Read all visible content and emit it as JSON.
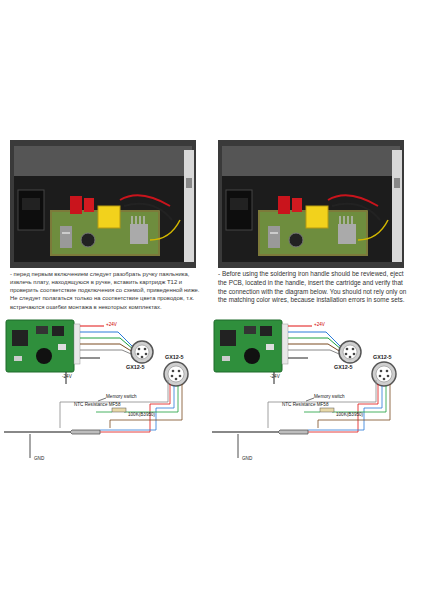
{
  "diagram": {
    "labels": [
      "- перед первым включением следует разобрать ручку паяльника, извлечь плату, находящуюся в ручке, вставить картридж T12 и проверить соответствие подключения со схемой, приведенной ниже. Не следует полагаться только на соответствие цвета проводов, т.к. встречаются ошибки монтажа в некоторых комплектах.",
      "+24V",
      "-24V",
      "GND",
      "GX12-5",
      "GX12-5",
      "Memory switch",
      "NTC Resistance MF58",
      "100K(B3950)",
      "- Before using the soldering iron handle should be reviewed, eject the PCB, located in the handle, insert the cartridge and verify that the connection with the diagram below. You should not rely only on the matching color wires, because installation errors in some sets.",
      "+24V",
      "-24V",
      "GND",
      "GX12-5",
      "GX12-5",
      "Memory switch",
      "NTC Resistance MF58",
      "100K(B3950)"
    ]
  }
}
